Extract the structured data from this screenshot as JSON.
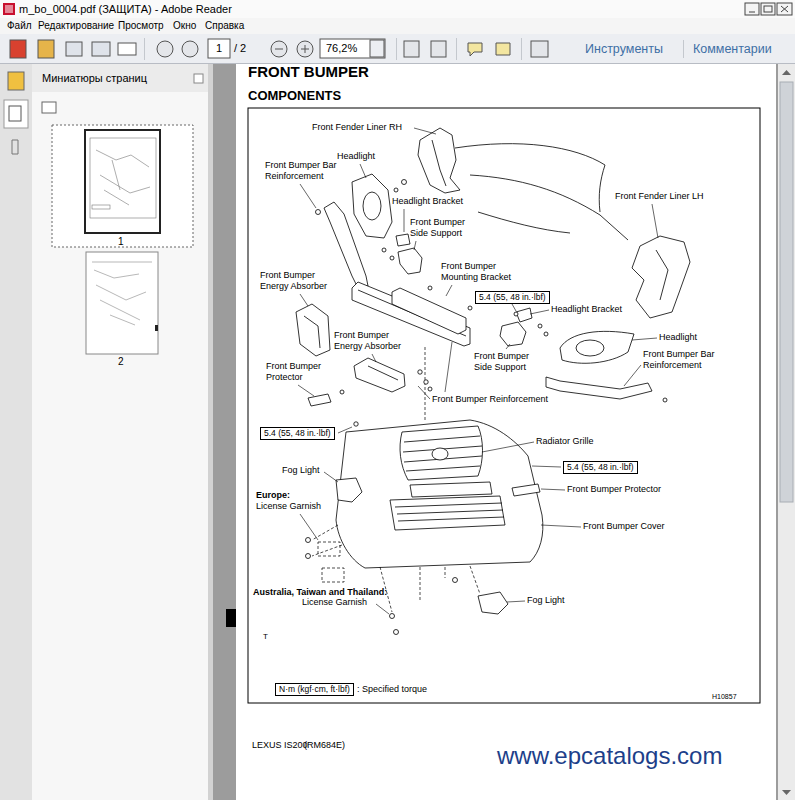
{
  "diagram": {
    "title": "FRONT BUMPER",
    "nodes": [
      {
        "text": [
          "5.4 (55, 48 in.·lbf)"
        ]
      },
      {
        "text": [
          "5.4 (55, 48 in.·lbf)"
        ]
      },
      {
        "text": [
          "5.4 (55, 48 in.·lbf)"
        ]
      },
      {
        "text": [
          "N·m (kgf·cm, ft·lbf)"
        ]
      }
    ],
    "labels": [
      "m_bo_0004.pdf (ЗАЩИТА) - Adobe Reader",
      "Файл",
      "Редактирование",
      "Просмотр",
      "Окно",
      "Справка",
      "1",
      "/ 2",
      "76,2%",
      "Инструменты",
      "Комментарии",
      "Миниатюры страниц",
      "1",
      "2",
      "COMPONENTS",
      "Front Fender Liner RH",
      "Headlight",
      "Front Bumper Bar Reinforcement",
      "Headlight Bracket",
      "Front Bumper Side Support",
      "Front Fender Liner LH",
      "Front Bumper Energy Absorber",
      "Front Bumper Mounting Bracket",
      "Headlight Bracket",
      "Headlight",
      "Front Bumper Energy Absorber",
      "Front Bumper Side Support",
      "Front Bumper Bar Reinforcement",
      "Front Bumper Protector",
      "Front Bumper Reinforcement",
      "Radiator Grille",
      "Fog Light",
      "Front Bumper Protector",
      "Europe:",
      "License Garnish",
      "Front Bumper Cover",
      "Australia, Taiwan and Thailand:",
      "License Garnish",
      "Fog Light",
      "T",
      ": Specified torque",
      "H10857",
      "LEXUS IS200",
      "(RM684E)",
      "www.epcatalogs.com"
    ]
  }
}
